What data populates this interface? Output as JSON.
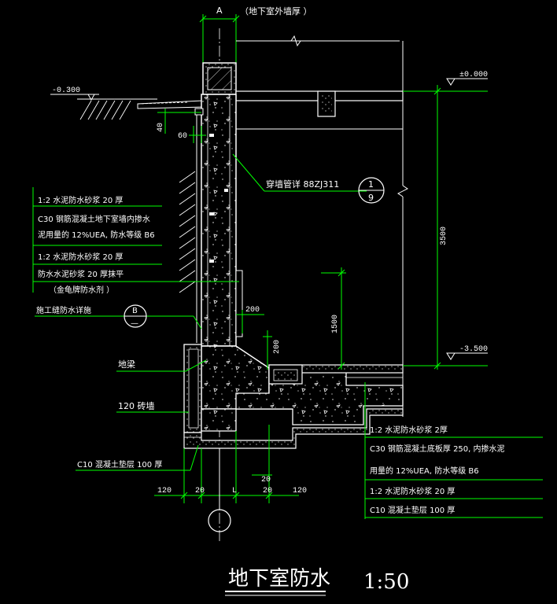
{
  "drawing": {
    "title": "地下室防水",
    "scale": "1:50",
    "top_dim": {
      "a": "A",
      "note": "（地下室外墙厚    ）"
    },
    "elevations": {
      "ground": "-0.300",
      "floor_top": "±0.000",
      "basement_floor": "-3.500"
    },
    "dimensions": {
      "d40": "40",
      "d60": "60",
      "height_3500": "3500",
      "h1500": "1500",
      "d200a": "200",
      "d200b": "200",
      "b120l": "120",
      "b20l": "20",
      "bL": "L",
      "b20r": "20",
      "b120r": "120",
      "b20top": "20"
    },
    "pipe_note": "穿墙管详  88ZJ311",
    "detail_bubble": {
      "top": "1",
      "bottom": "9"
    },
    "joint_bubble": {
      "top": "B",
      "bottom": "—"
    },
    "wall_layers": [
      "1:2  水泥防水砂浆   20 厚",
      "C30  钢筋混凝土地下室墙内掺水",
      "泥用量的  12%UEA,    防水等级  B6",
      "1:2  水泥防水砂浆   20 厚",
      "防水水泥砂浆    20 厚抹平",
      "（金龟牌防水剂  ）"
    ],
    "joint_note": "施工缝防水详施",
    "ground_beam": "地梁",
    "brick_wall": "120   砖墙",
    "cushion_left": "C10  混凝土垫层  100  厚",
    "floor_layers": [
      "1:2  水泥防水砂浆   2厚",
      "C30  钢筋混凝土底板厚     250, 内掺水泥",
      "用量的  12%UEA,    防水等级   B6",
      "1:2  水泥防水砂浆   20 厚",
      "C10  混凝土垫层   100 厚"
    ],
    "colors": {
      "background": "#000000",
      "line": "#ffffff",
      "dimension": "#00ff00",
      "leader": "#00ff00"
    }
  }
}
